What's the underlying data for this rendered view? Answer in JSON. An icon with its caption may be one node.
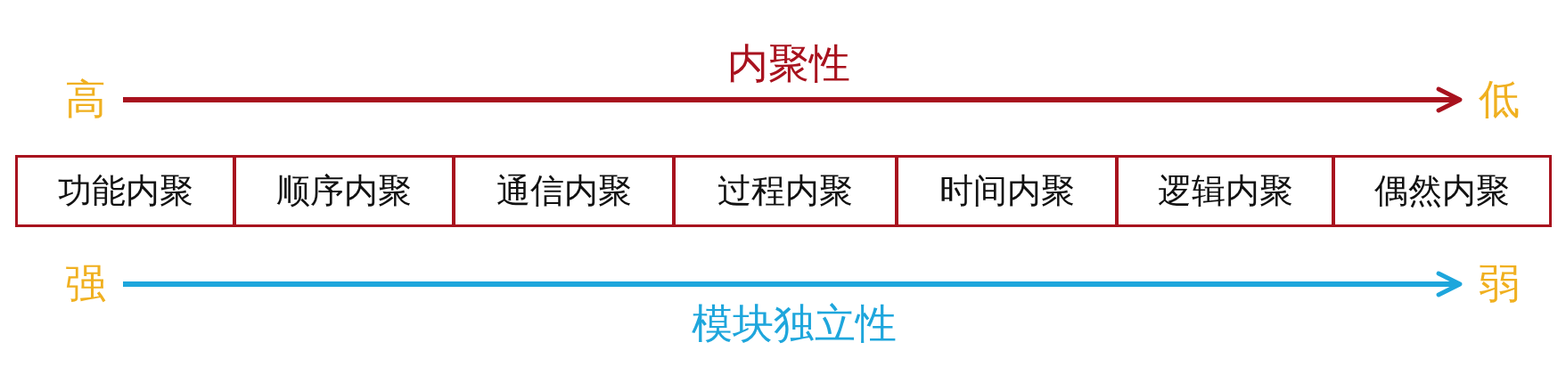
{
  "diagram": {
    "nodes": [
      {
        "text": [
          "高"
        ]
      },
      {
        "text": [
          "低"
        ]
      },
      {
        "text": [
          "功能内聚"
        ]
      },
      {
        "text": [
          "顺序内聚"
        ]
      },
      {
        "text": [
          "通信内聚"
        ]
      },
      {
        "text": [
          "过程内聚"
        ]
      },
      {
        "text": [
          "时间内聚"
        ]
      },
      {
        "text": [
          "逻辑内聚"
        ]
      },
      {
        "text": [
          "偶然内聚"
        ]
      },
      {
        "text": [
          "强"
        ]
      },
      {
        "text": [
          "弱"
        ]
      }
    ],
    "edges": [
      {
        "from": 0,
        "to": 1,
        "arrow": "to",
        "label": "内聚性",
        "color": "#a8121e"
      },
      {
        "from": 9,
        "to": 10,
        "arrow": "to",
        "label": "模块独立性",
        "color": "#1ea6dc"
      }
    ]
  }
}
